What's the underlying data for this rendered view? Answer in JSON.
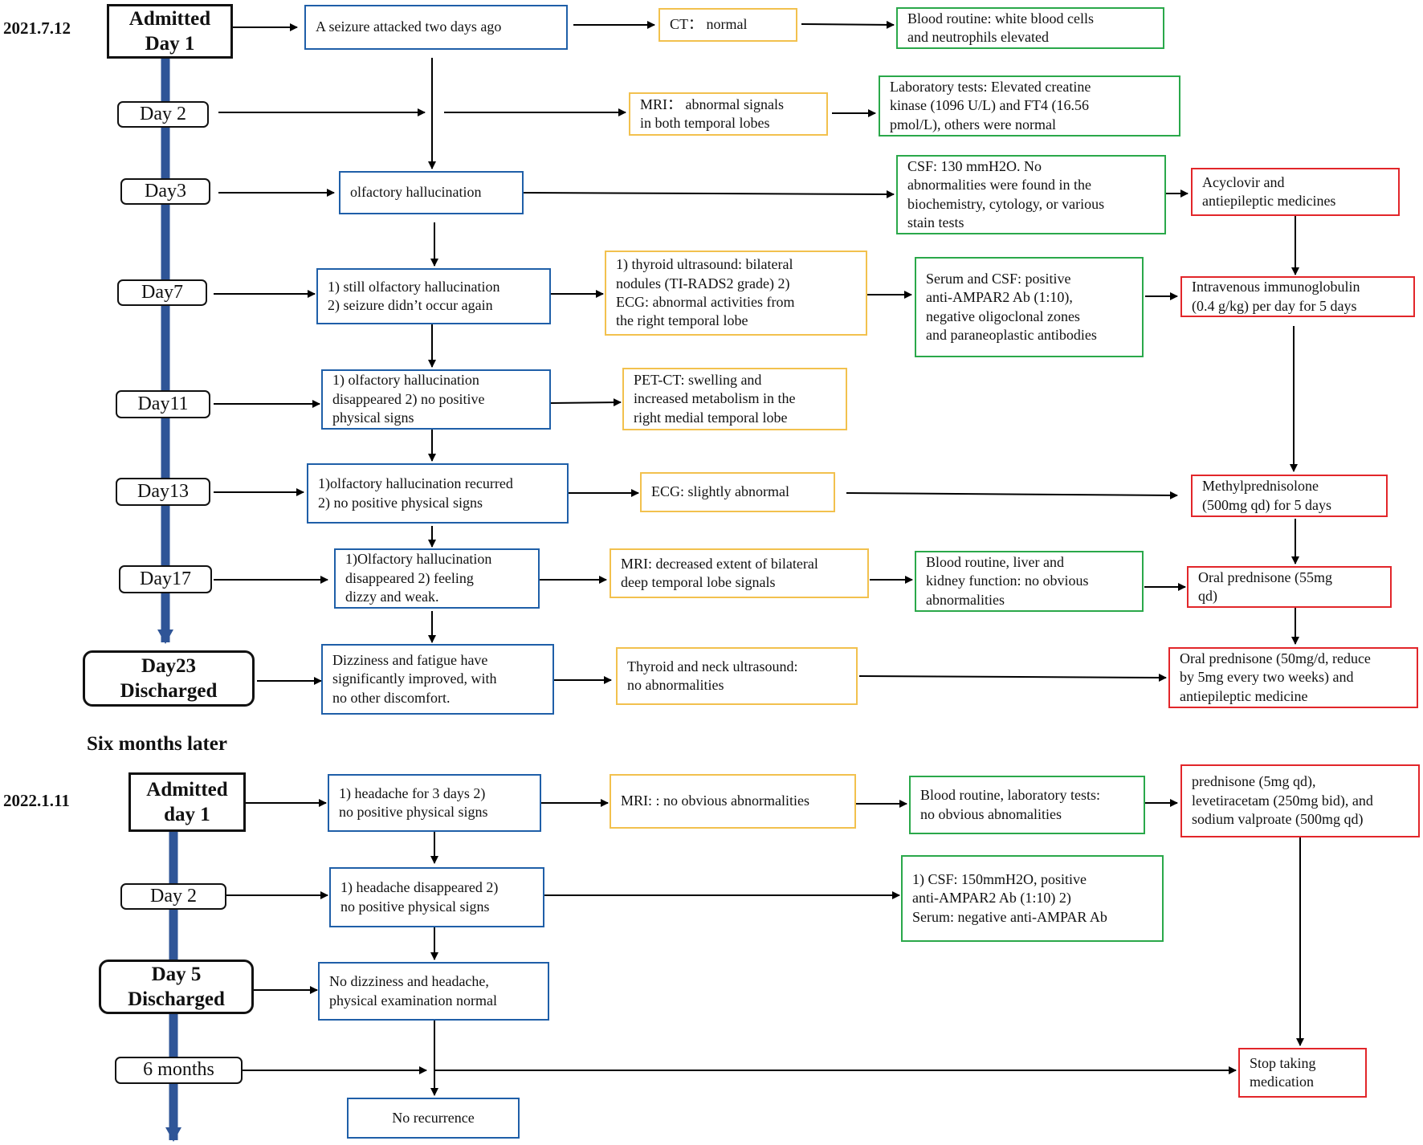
{
  "labels": {
    "date1": "2021.7.12",
    "six_months": "Six months later",
    "date2": "2022.1.11"
  },
  "timeline1": {
    "admitted": "Admitted\nDay 1",
    "day2": "Day  2",
    "day3": "Day3",
    "day7": "Day7",
    "day11": "Day11",
    "day13": "Day13",
    "day17": "Day17",
    "discharged": "Day23\nDischarged"
  },
  "timeline2": {
    "admitted": "Admitted\nday 1",
    "day2": "Day  2",
    "discharged": "Day  5\nDischarged",
    "six_months": "6  months"
  },
  "symptoms1": {
    "s1": "A  seizure attacked two days ago",
    "s3": "olfactory hallucination",
    "s7": "1) still olfactory hallucination\n2) seizure didn’t occur again",
    "s11": "1)  olfactory  hallucination\ndisappeared  2)  no  positive\nphysical  signs",
    "s13": "1)olfactory  hallucination  recurred\n2)  no  positive  physical  signs",
    "s17": "1)Olfactory  hallucination\ndisappeared  2)  feeling\ndizzy  and weak.",
    "s23": "Dizziness  and  fatigue  have\nsignificantly  improved,  with\nno  other  discomfort."
  },
  "exams1": {
    "ct": "CT：  normal",
    "mri": "MRI：  abnormal  signals\nin  both  temporal  lobes",
    "thyroid": "1)  thyroid  ultrasound:  bilateral\nnodules  (TI-RADS2  grade)    2)\nECG:  abnormal  activities  from\nthe  right  temporal  lobe",
    "pet": "PET-CT:  swelling  and\nincreased  metabolism  in  the\nright  medial  temporal  lobe",
    "ecg": "ECG:  slightly  abnormal",
    "mri2": "MRI:  decreased  extent  of bilateral\ndeep  temporal  lobe  signals",
    "neck": "Thyroid  and  neck  ultrasound:\nno  abnormalities"
  },
  "labs1": {
    "blood": "Blood  routine:  white  blood  cells\nand  neutrophils  elevated",
    "lab": "Laboratory  tests:  Elevated  creatine\nkinase  (1096 U/L)  and  FT4  (16.56\npmol/L),  others  were  normal",
    "csf": "CSF:  130 mmH2O.  No\nabnormalities  were  found  in  the\nbiochemistry,  cytology,  or  various\nstain  tests",
    "serum": "Serum  and  CSF:  positive\nanti-AMPAR2  Ab  (1:10),\nnegative  oligoclonal  zones\nand  paraneoplastic  antibodies",
    "liver": "Blood  routine,  liver  and\nkidney  function:  no  obvious\nabnormalities"
  },
  "treatment1": {
    "acyclovir": "Acyclovir  and\nantiepileptic  medicines",
    "ivig": "Intravenous  immunoglobulin\n(0.4  g/kg)  per  day  for  5  days",
    "methyl": "Methylprednisolone\n(500mg  qd)  for  5  days",
    "oral55": "Oral  prednisone  (55mg\nqd)",
    "oral50": "Oral  prednisone  (50mg/d,  reduce\nby  5mg  every  two  weeks)  and\nantiepileptic  medicine"
  },
  "symptoms2": {
    "d1": "1)  headache  for  3  days  2)\nno  positive  physical  signs",
    "d2": "1)  headache  disappeared  2)\nno  positive  physical  signs",
    "d5": "No  dizziness  and  headache,\nphysical  examination  normal",
    "norec": "No  recurrence"
  },
  "exams2": {
    "mri": "MRI:  :  no  obvious  abnormalities"
  },
  "labs2": {
    "blood": "Blood  routine,  laboratory  tests:\nno  obvious  abnomalities",
    "csf": "1)  CSF:  150mmH2O,  positive\nanti-AMPAR2  Ab  (1:10)      2)\nSerum:  negative  anti-AMPAR  Ab"
  },
  "treatment2": {
    "pred": "prednisone  (5mg  qd),\nlevetiracetam  (250mg  bid),  and\nsodium  valproate  (500mg  qd)",
    "stop": "Stop  taking\nmedication"
  },
  "colors": {
    "symptom": "#1f5fa8",
    "exam": "#f2c14e",
    "lab": "#2aa84a",
    "treatment": "#e2262a",
    "timeline": "#2f5597"
  }
}
